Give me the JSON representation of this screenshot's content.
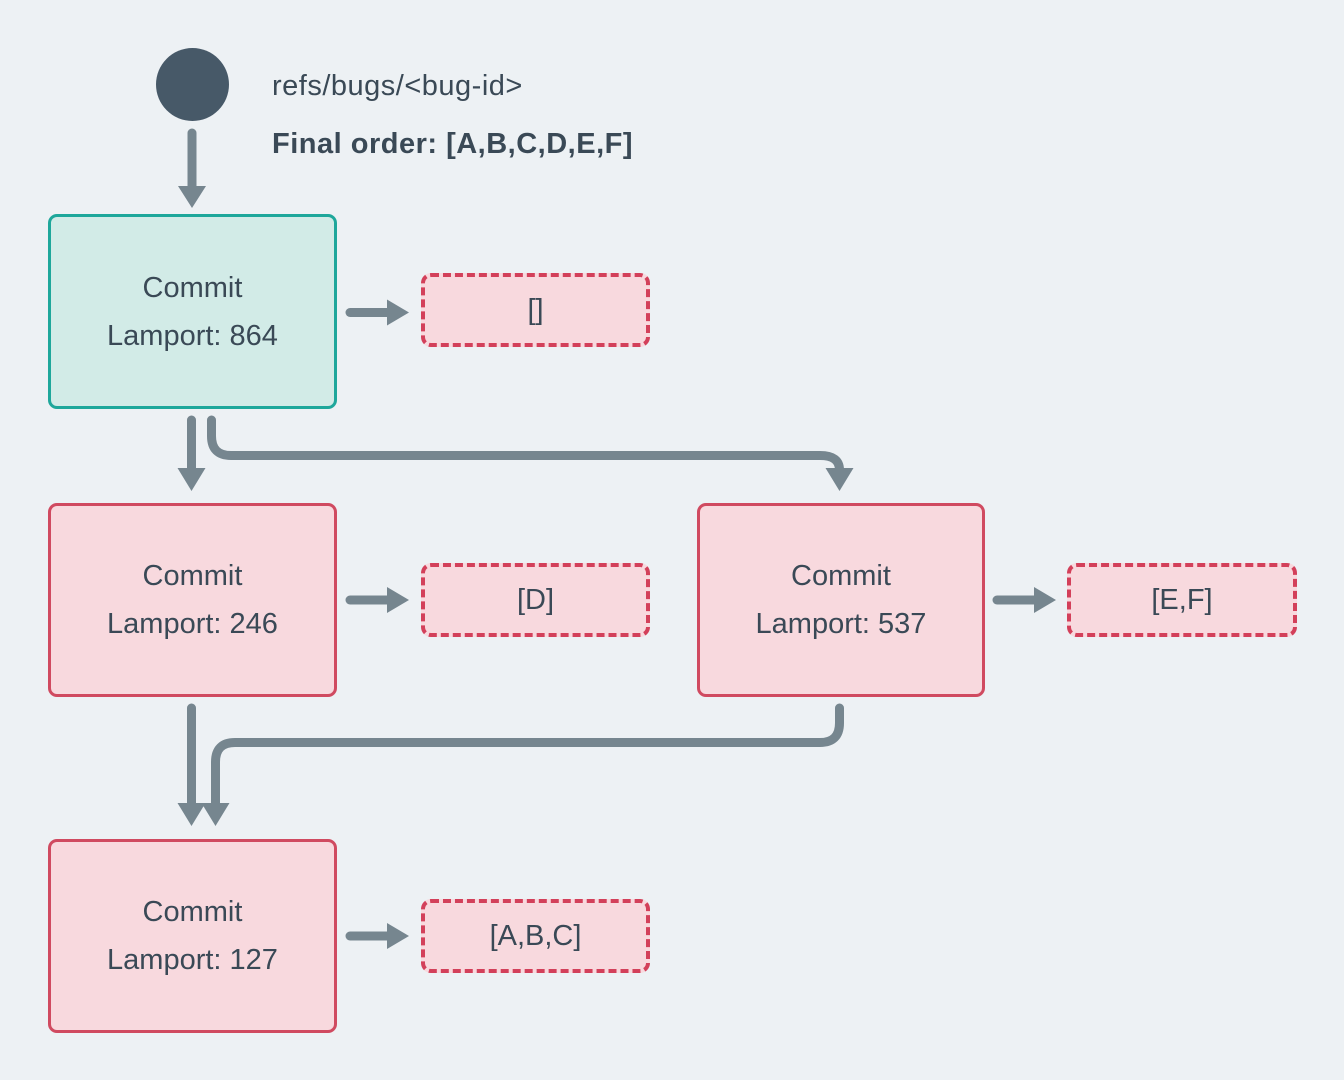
{
  "diagram": {
    "ref_label": "refs/bugs/<bug-id>",
    "final_order": "Final order: [A,B,C,D,E,F]",
    "nodes": [
      {
        "id": "commit-864",
        "title": "Commit",
        "lamport": "Lamport: 864",
        "variant": "resolved"
      },
      {
        "id": "commit-246",
        "title": "Commit",
        "lamport": "Lamport: 246",
        "variant": "unresolved"
      },
      {
        "id": "commit-537",
        "title": "Commit",
        "lamport": "Lamport: 537",
        "variant": "unresolved"
      },
      {
        "id": "commit-127",
        "title": "Commit",
        "lamport": "Lamport: 127",
        "variant": "unresolved"
      }
    ],
    "payloads": [
      {
        "id": "payload-864",
        "value": "[]"
      },
      {
        "id": "payload-246",
        "value": "[D]"
      },
      {
        "id": "payload-537",
        "value": "[E,F]"
      },
      {
        "id": "payload-127",
        "value": "[A,B,C]"
      }
    ],
    "edges": [
      {
        "from": "ref-head",
        "to": "commit-864"
      },
      {
        "from": "commit-864",
        "to": "commit-246"
      },
      {
        "from": "commit-864",
        "to": "commit-537"
      },
      {
        "from": "commit-246",
        "to": "commit-127"
      },
      {
        "from": "commit-537",
        "to": "commit-127"
      },
      {
        "from": "commit-864",
        "to": "payload-864"
      },
      {
        "from": "commit-246",
        "to": "payload-246"
      },
      {
        "from": "commit-537",
        "to": "payload-537"
      },
      {
        "from": "commit-127",
        "to": "payload-127"
      }
    ],
    "colors": {
      "background": "#edf1f4",
      "text": "#3a4956",
      "arrow": "#76868f",
      "ref_dot": "#475968",
      "resolved_border": "#1ea79b",
      "resolved_fill": "#d2ebe7",
      "unresolved_fill": "#f8d9de",
      "unresolved_border": "#d04a60",
      "payload_border": "#d3405a"
    }
  }
}
